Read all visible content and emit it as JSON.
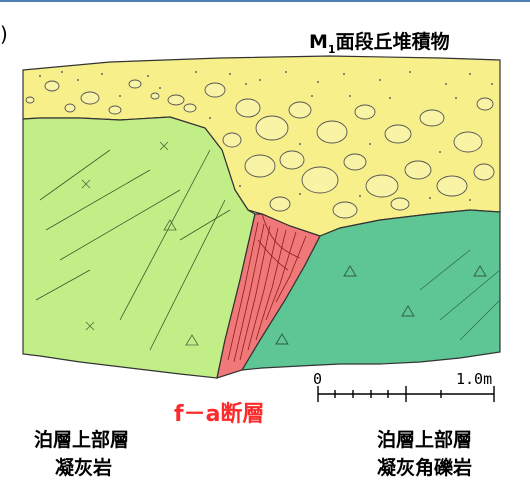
{
  "labels": {
    "top_unit_prefix": "M",
    "top_unit_sub": "1",
    "top_unit_suffix": "面段丘堆積物",
    "fault": "f－a断層",
    "left_line1": "泊層上部層",
    "left_line2": "凝灰岩",
    "right_line1": "泊層上部層",
    "right_line2": "凝灰角礫岩",
    "corner_paren": ")"
  },
  "scale_bar": {
    "start_label": "0",
    "end_label": "1.0m"
  },
  "colors": {
    "terrace_deposit": "#f7ef8a",
    "left_tuff": "#c2ee88",
    "right_tuff_breccia": "#5ec694",
    "fault_zone": "#f07878",
    "fault_text": "#ff2a2a",
    "top_rule": "#4f7fb0"
  }
}
